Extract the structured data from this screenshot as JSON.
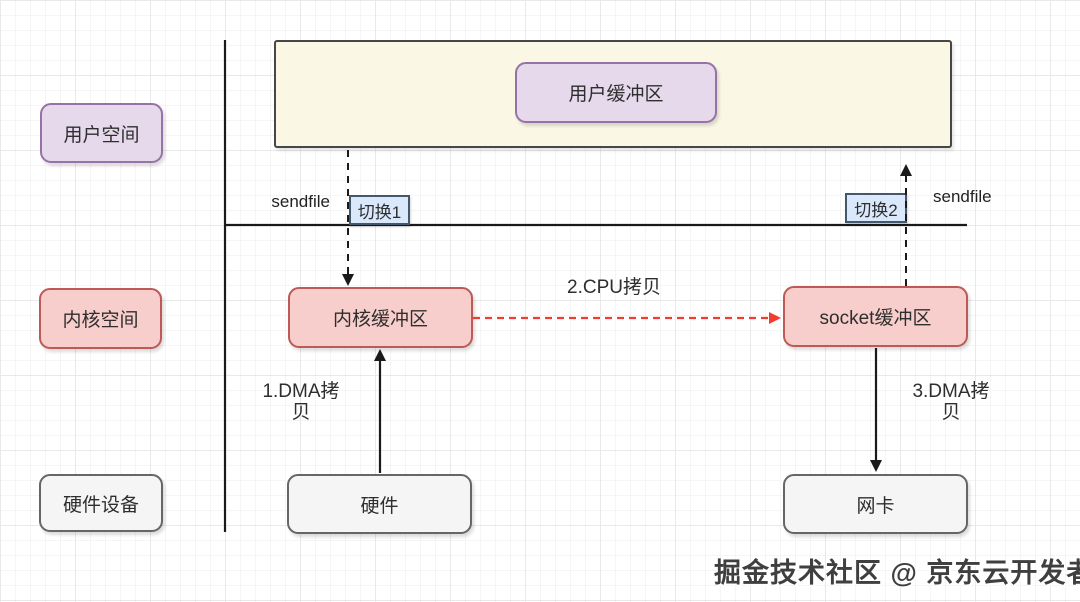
{
  "diagram": {
    "title_context": "sendfile zero-copy flow diagram",
    "lanes": [
      {
        "id": "user-space",
        "label": "用户空间"
      },
      {
        "id": "kernel-space",
        "label": "内核空间"
      },
      {
        "id": "hardware-device",
        "label": "硬件设备"
      }
    ],
    "nodes": {
      "user_buffer": {
        "label": "用户缓冲区"
      },
      "kernel_buffer": {
        "label": "内核缓冲区"
      },
      "socket_buffer": {
        "label": "socket缓冲区"
      },
      "hardware": {
        "label": "硬件"
      },
      "nic": {
        "label": "网卡"
      }
    },
    "switches": [
      {
        "label": "切换1"
      },
      {
        "label": "切换2"
      }
    ],
    "syscalls": [
      {
        "label": "sendfile"
      },
      {
        "label": "sendfile"
      }
    ],
    "copies": [
      {
        "label": "1.DMA拷贝"
      },
      {
        "label": "2.CPU拷贝"
      },
      {
        "label": "3.DMA拷贝"
      }
    ],
    "watermark": "掘金技术社区 @ 京东云开发者",
    "colors": {
      "user_space_fill": "#e6d9ec",
      "user_space_stroke": "#9673a6",
      "kernel_fill": "#f8cecc",
      "kernel_stroke": "#bd5a56",
      "hardware_fill": "#f5f5f5",
      "hardware_stroke": "#666666",
      "buffer_container_fill": "#faf7e5",
      "buffer_container_stroke": "#474747",
      "switch_fill": "#d9e8fb",
      "switch_stroke": "#44586c",
      "cpu_copy_arrow": "#f43b30",
      "boundary_line": "#1a1a1a"
    }
  }
}
